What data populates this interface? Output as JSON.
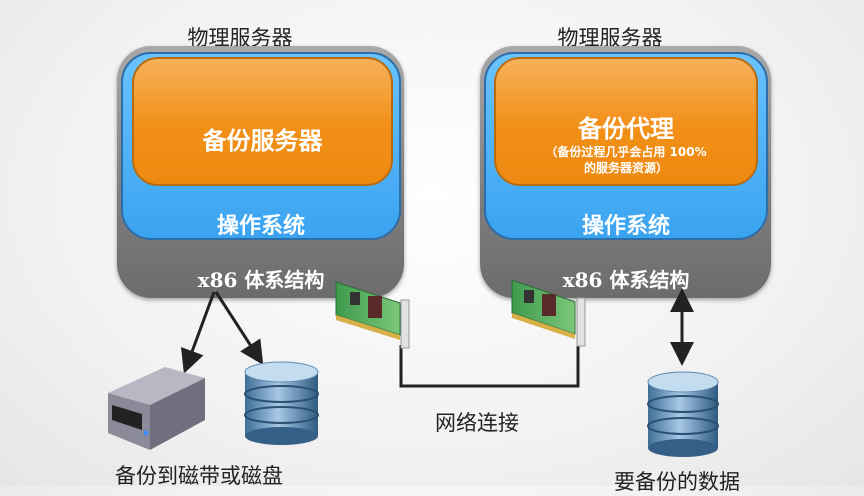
{
  "left_server": {
    "title": "物理服务器",
    "app": "备份服务器",
    "os": "操作系统",
    "arch": "x86 体系结构"
  },
  "right_server": {
    "title": "物理服务器",
    "app": "备份代理",
    "app_note_line1": "（备份过程几乎会占用 100%",
    "app_note_line2": "的服务器资源）",
    "os": "操作系统",
    "arch": "x86 体系结构"
  },
  "network_label": "网络连接",
  "left_storage_label": "备份到磁带或磁盘",
  "right_data_label": "要备份的数据"
}
